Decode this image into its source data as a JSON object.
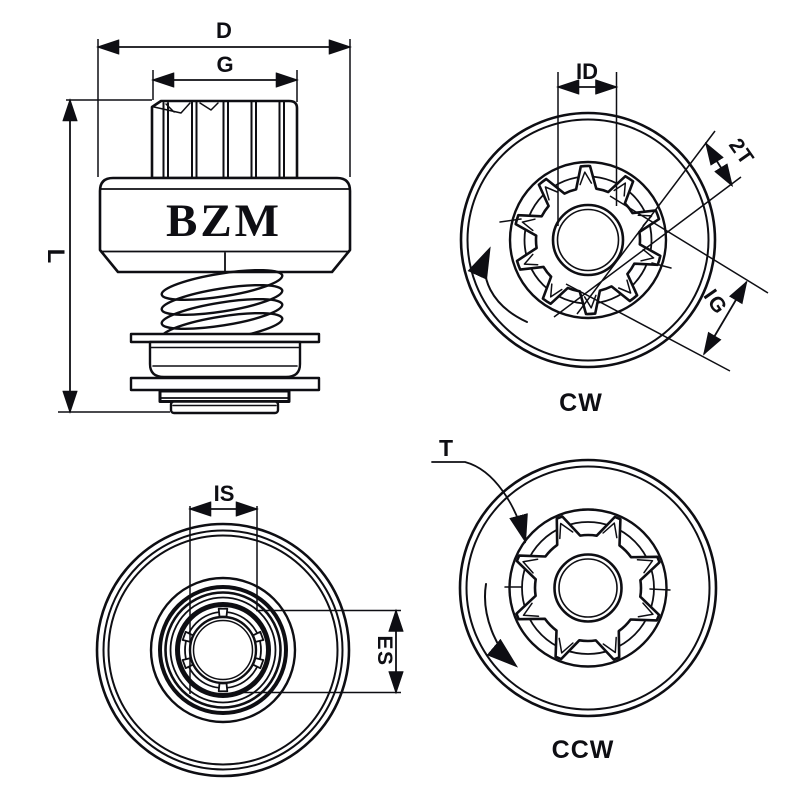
{
  "colors": {
    "ink": "#0e0e13",
    "paper": "#ffffff"
  },
  "side_view": {
    "brand_label": "BZM",
    "dim_outer_diameter": "D",
    "dim_gear_width": "G",
    "dim_length": "L"
  },
  "cw_view": {
    "dim_inner_diameter": "ID",
    "dim_two_teeth": "2T",
    "dim_gear_diameter": "IG",
    "rotation_label": "CW"
  },
  "rear_view": {
    "dim_inner_spline": "IS",
    "dim_external_spline": "ES"
  },
  "ccw_view": {
    "tooth_label": "T",
    "rotation_label": "CCW"
  }
}
